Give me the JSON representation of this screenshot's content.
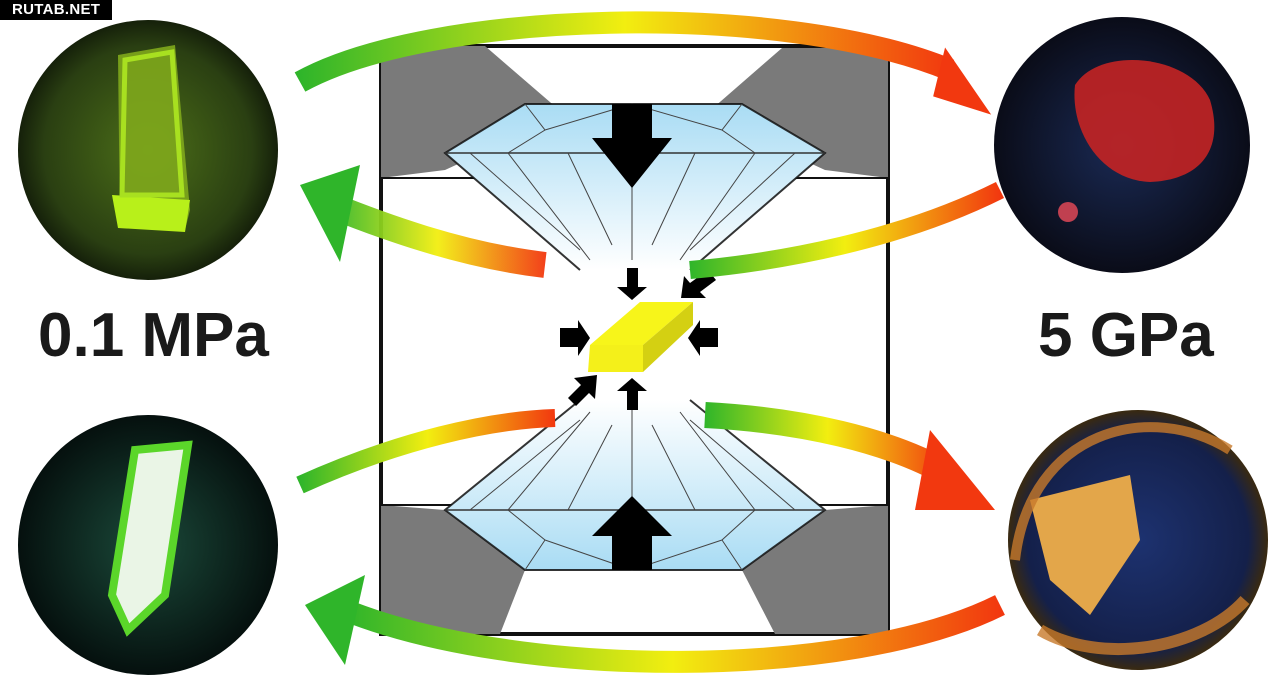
{
  "watermark": "RUTAB.NET",
  "labels": {
    "low_pressure": "0.1 MPa",
    "high_pressure": "5 GPa"
  },
  "colors": {
    "anvil_gray": "#7a7a7a",
    "diamond": "#bfe6f7",
    "sample": "#f4f01a",
    "arrow_green": "#2fb52a",
    "arrow_yellow": "#f2ee10",
    "arrow_red": "#f2380f"
  },
  "samples": [
    {
      "name": "crystal-1-ambient",
      "glow": "#a6e81a"
    },
    {
      "name": "crystal-1-compressed",
      "glow": "#d42a2a"
    },
    {
      "name": "crystal-2-ambient",
      "glow": "#e6f5e0"
    },
    {
      "name": "crystal-2-compressed",
      "glow": "#e9a445"
    }
  ]
}
